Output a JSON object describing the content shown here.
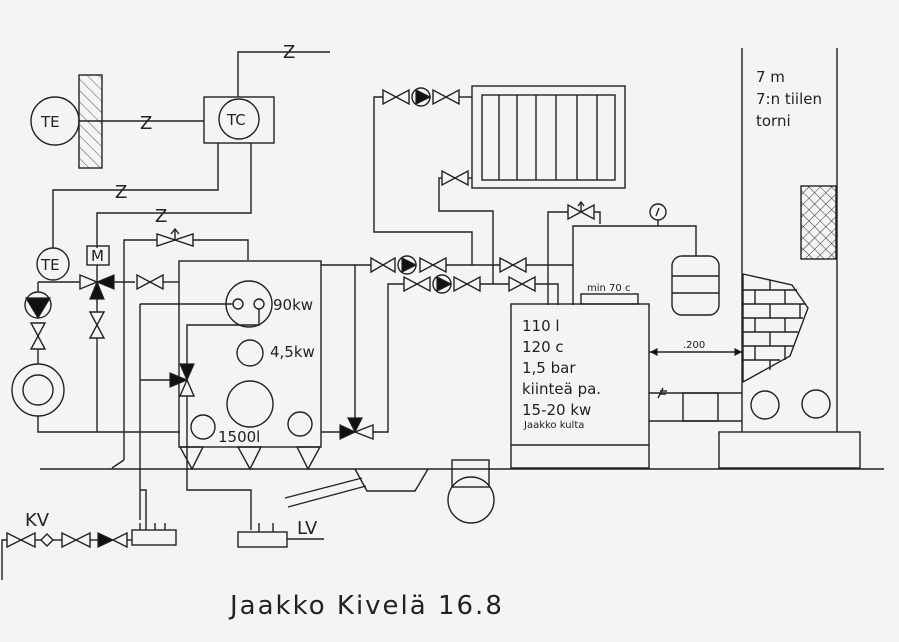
{
  "diagram": {
    "title": "Jaakko Kivelä 16.8",
    "colors": {
      "ink": "#222222",
      "paper": "#f4f4f2"
    },
    "instruments": {
      "te_outdoor": "TE",
      "tc_controller": "TC",
      "te_supply": "TE",
      "motor": "M"
    },
    "signal_marks": [
      "Z",
      "Z",
      "Z",
      "Z"
    ],
    "accumulator_tank": {
      "volume_label": "1500l",
      "heater_1": "90kw",
      "heater_2": "4,5kw"
    },
    "boiler": {
      "lines": [
        "110 l",
        "120 c",
        "1,5 bar",
        "kiinteä pa.",
        "15-20 kw"
      ],
      "maker": "Jaakko kulta",
      "thermostat": "min 70 c"
    },
    "dimension": ".200",
    "chimney": {
      "lines": [
        "7 m",
        "7:n tiilen",
        "torni"
      ]
    },
    "connections": {
      "cold_water": "KV",
      "hot_water": "LV"
    }
  }
}
